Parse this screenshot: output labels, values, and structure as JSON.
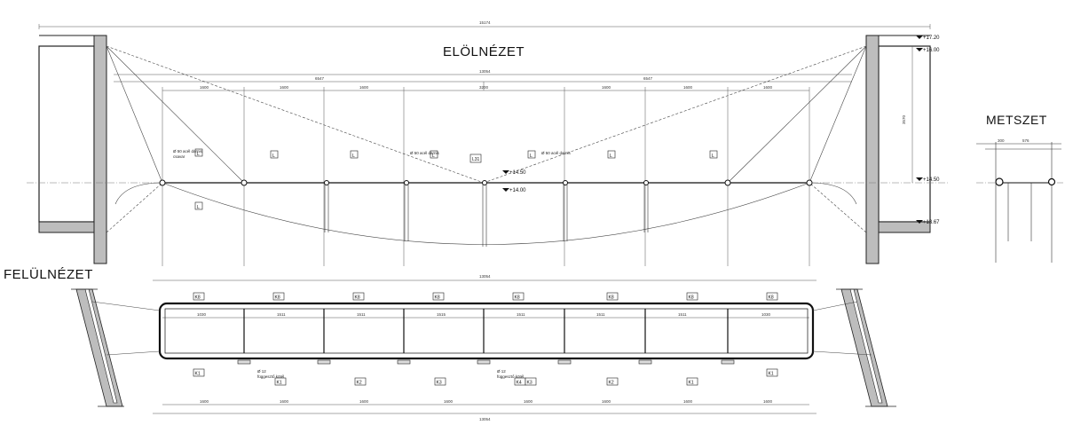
{
  "titles": {
    "front_view": "ELÖLNÉZET",
    "top_view": "FELÜLNÉZET",
    "section": "METSZET"
  },
  "dimensions": {
    "overall_top": "15174",
    "inner_top": "13054",
    "half_left": "6547",
    "half_right": "6547",
    "panels_front": [
      "1600",
      "1600",
      "1600",
      "3200",
      "1600",
      "1600",
      "1600"
    ],
    "panels_top": [
      "1600",
      "1600",
      "1600",
      "1600",
      "1600",
      "1600",
      "1600",
      "1600"
    ],
    "plan_overall_top": "13054",
    "plan_overall_bottom": "13054",
    "plan_inner_row": [
      "1030",
      "1511",
      "1511",
      "1515",
      "1511",
      "1511",
      "1511",
      "1030"
    ],
    "section_top": [
      "300",
      "576"
    ],
    "height_right": "3570"
  },
  "levels": {
    "top_right_1": "+17.20",
    "top_right_2": "+16.00",
    "mid_right": "+14.50",
    "center_a": "+14.50",
    "center_b": "+14.00",
    "bottom_right": "+13.67"
  },
  "tags": {
    "L": "L",
    "L31": "L31",
    "K1": "K1",
    "K2": "K2",
    "K3": "K3",
    "K4": "K4",
    "K8": "K8"
  },
  "notes": {
    "rod_desc": "Ø 50 acél darnis",
    "rod_desc2": "csavar",
    "tie_desc": "Ø 12",
    "tie_desc2": "függesztő kötél"
  }
}
